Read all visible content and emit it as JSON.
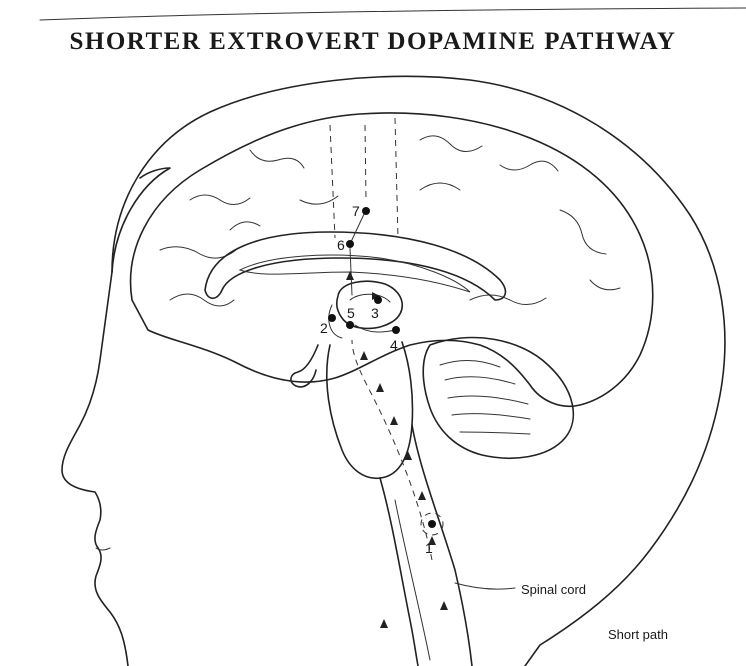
{
  "title": "SHORTER EXTROVERT DOPAMINE PATHWAY",
  "labels": {
    "spinal_cord": "Spinal cord",
    "short_path": "Short path"
  },
  "pathway_nodes": [
    "1",
    "2",
    "3",
    "4",
    "5",
    "6",
    "7"
  ]
}
